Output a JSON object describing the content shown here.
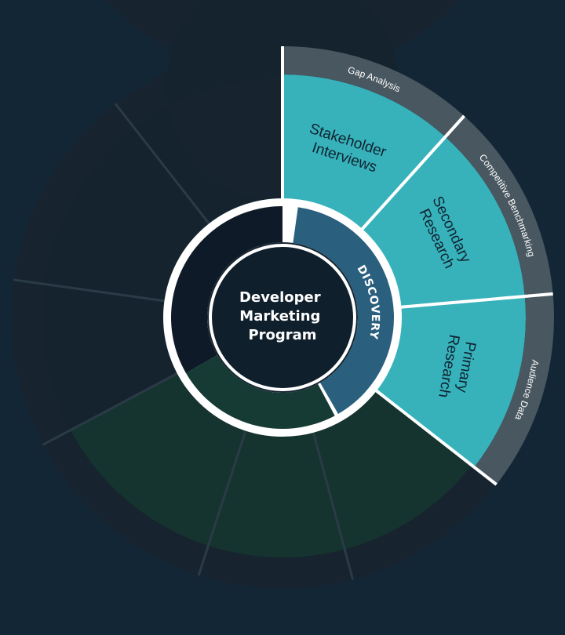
{
  "hub": {
    "lines": [
      "Developer",
      "Marketing",
      "Program"
    ]
  },
  "phase": {
    "label": "DISCOVERY"
  },
  "segments": [
    {
      "id": "stakeholder-interviews",
      "lines": [
        "Stakeholder",
        "Interviews"
      ],
      "outer": "Gap Analysis"
    },
    {
      "id": "secondary-research",
      "lines": [
        "Secondary",
        "Research"
      ],
      "outer": "Competitive Benchmarking"
    },
    {
      "id": "primary-research",
      "lines": [
        "Primary",
        "Research"
      ],
      "outer": "Audience Data"
    }
  ],
  "colors": {
    "background": "#132636",
    "active_segment": "#37b2bb",
    "outer_band": "#495760",
    "phase_arrow": "#2a5f7e",
    "hub": "#0f1f2c",
    "dim_segment": "#15232f",
    "dim_band": "#17242f",
    "green_region": "#16342f",
    "divider": "#ffffff"
  }
}
